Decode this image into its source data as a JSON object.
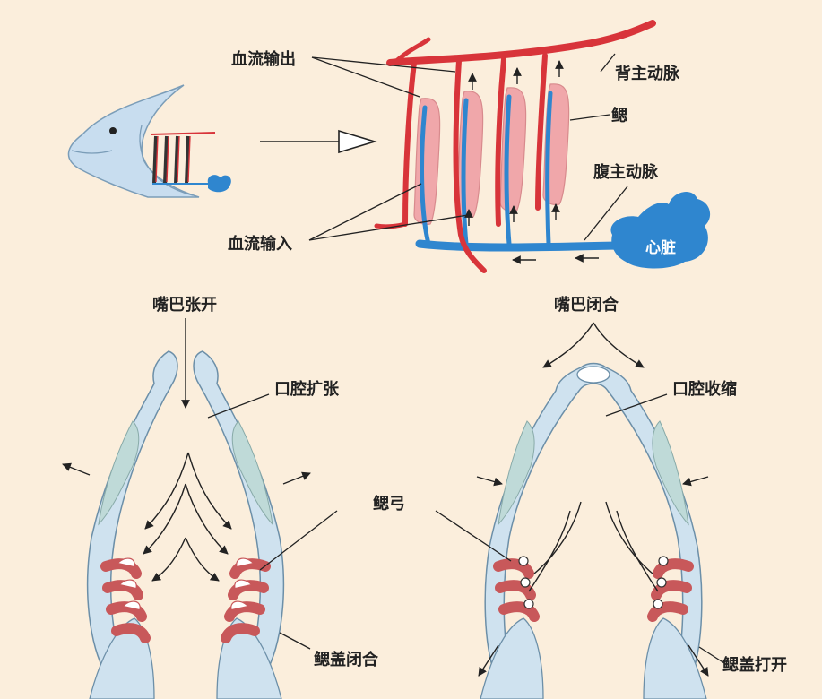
{
  "colors": {
    "background": "#fbeedc",
    "artery": "#d8343a",
    "vein": "#2f86cf",
    "gill": "#f0a7aa",
    "heart": "#2f86cf",
    "body": "#c8ddef"
  },
  "labels": {
    "blood_out": "血流输出",
    "dorsal_aorta": "背主动脉",
    "gill": "鳃",
    "ventral_aorta": "腹主动脉",
    "blood_in": "血流输入",
    "heart": "心脏",
    "mouth_open": "嘴巴张开",
    "mouth_closed": "嘴巴闭合",
    "mouth_cavity_expand": "口腔扩张",
    "mouth_cavity_contract": "口腔收缩",
    "gill_arch": "鳃弓",
    "operculum_closed": "鳃盖闭合",
    "operculum_open": "鳃盖打开"
  }
}
